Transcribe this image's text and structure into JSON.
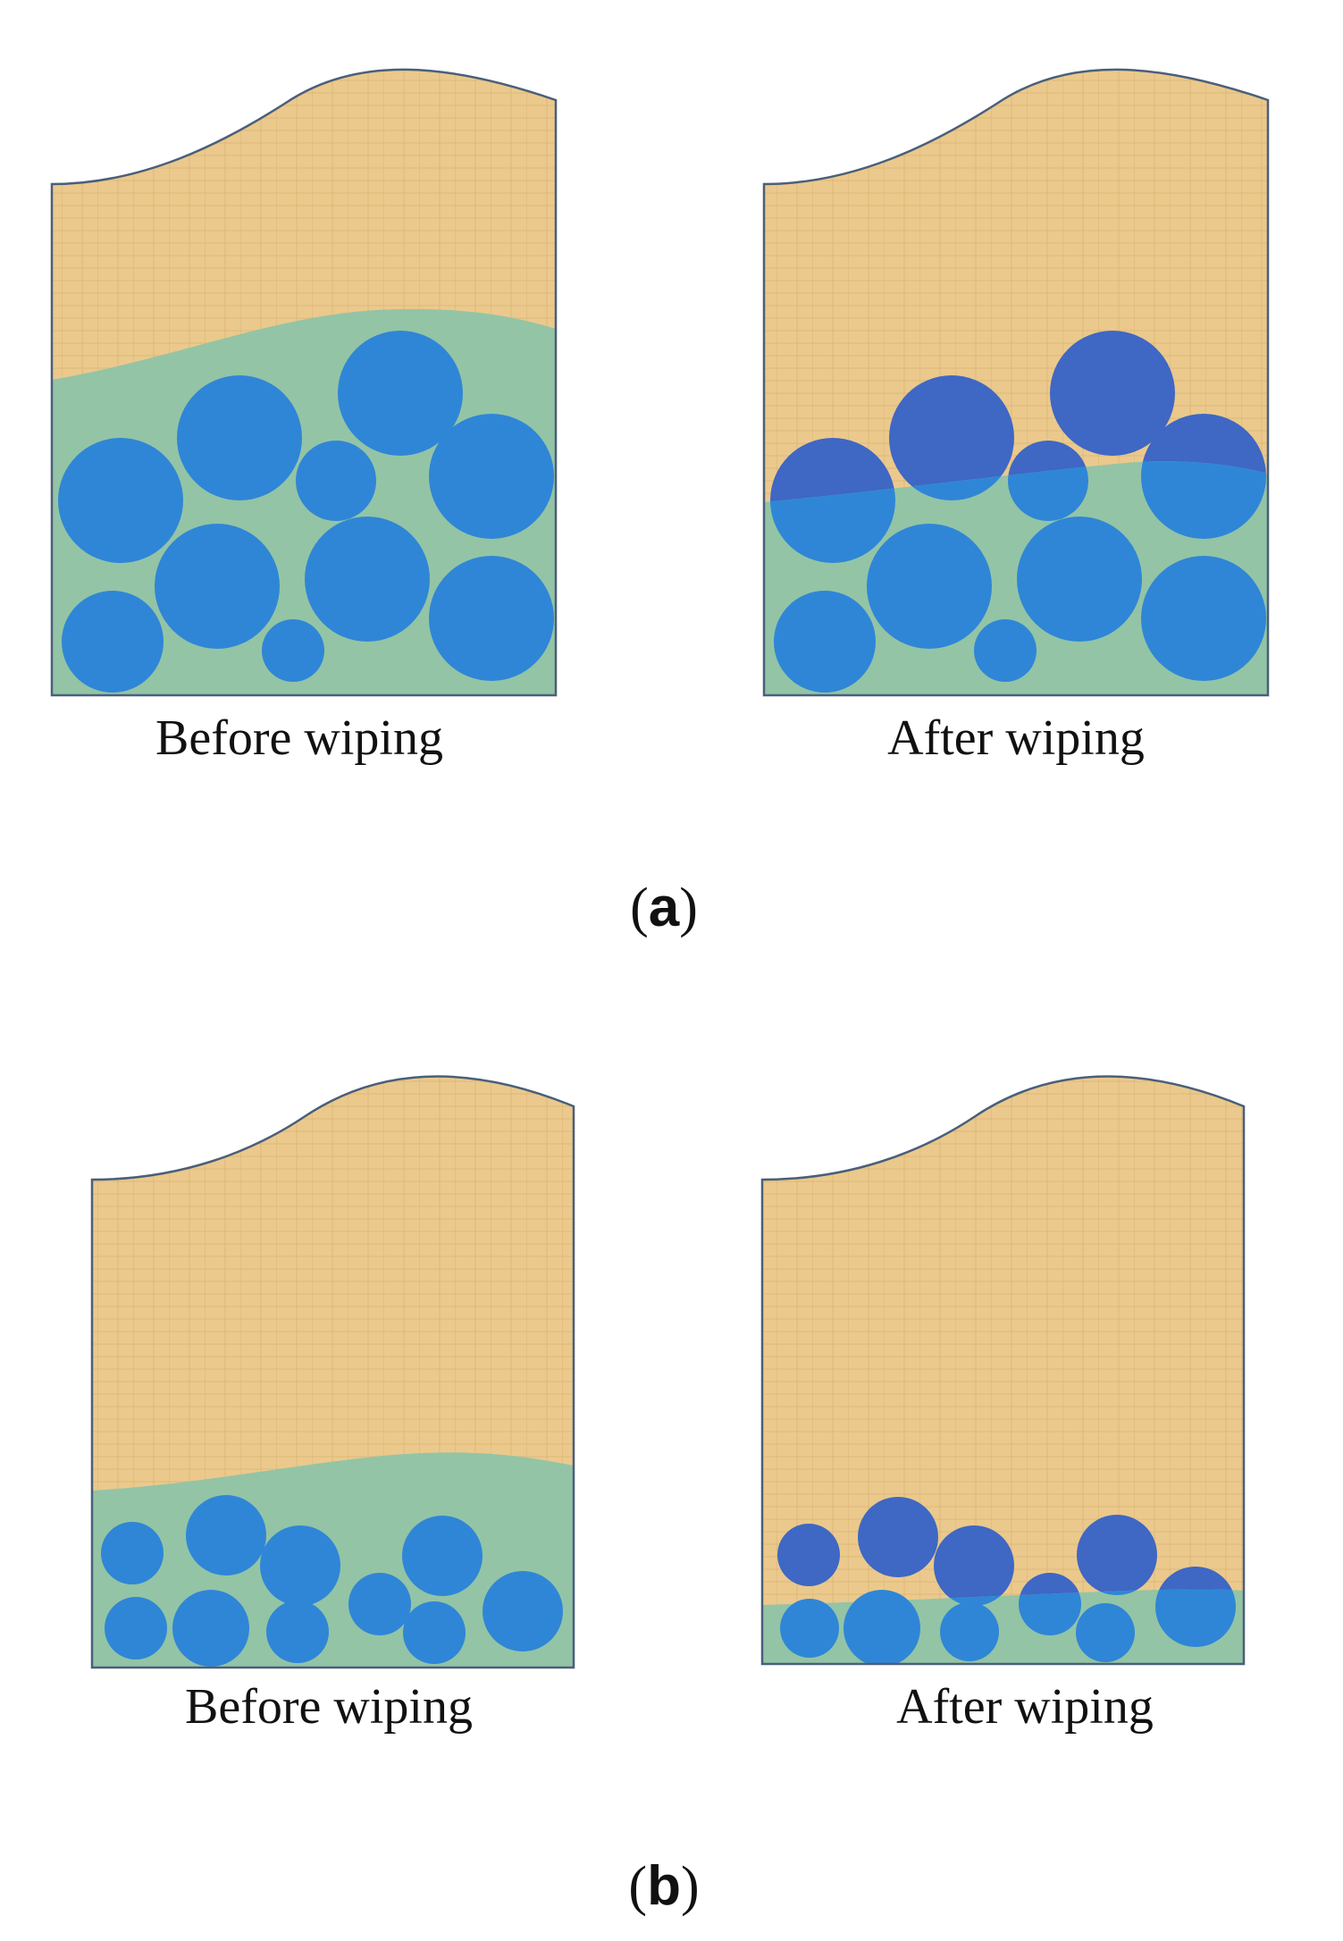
{
  "figure": {
    "panels": [
      {
        "id": "a",
        "label_open": "(",
        "label_letter": "a",
        "label_close": ")",
        "subfigures": [
          {
            "id": "a-before",
            "caption": "Before wiping",
            "state": "before",
            "particle_size": "large"
          },
          {
            "id": "a-after",
            "caption": "After wiping",
            "state": "after",
            "particle_size": "large"
          }
        ]
      },
      {
        "id": "b",
        "label_open": "(",
        "label_letter": "b",
        "label_close": ")",
        "subfigures": [
          {
            "id": "b-before",
            "caption": "Before wiping",
            "state": "before",
            "particle_size": "small"
          },
          {
            "id": "b-after",
            "caption": "After wiping",
            "state": "after",
            "particle_size": "small"
          }
        ]
      }
    ]
  },
  "colors": {
    "paper": "#ebc98c",
    "paper_stripe": "#d9b476",
    "liquid": "#93c4a6",
    "particle_submerged": "#2f86d6",
    "particle_exposed": "#3f67c4",
    "outline": "#4a5f7a",
    "caption": "#111111"
  }
}
